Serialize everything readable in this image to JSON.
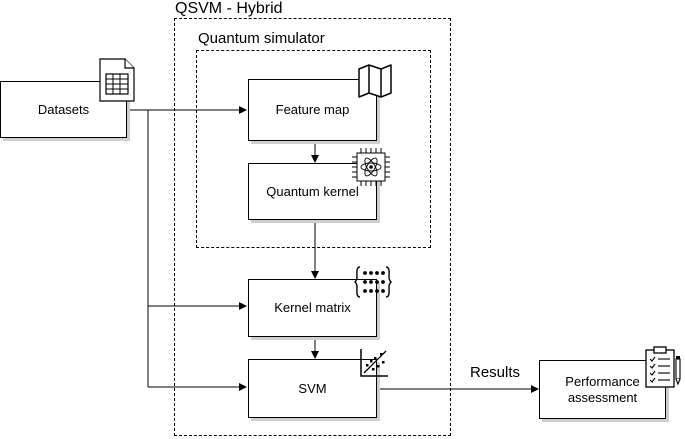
{
  "groups": {
    "outer_title": "QSVM - Hybrid",
    "inner_title": "Quantum simulator"
  },
  "nodes": {
    "datasets": "Datasets",
    "feature_map": "Feature map",
    "quantum_kernel": "Quantum kernel",
    "kernel_matrix": "Kernel matrix",
    "svm": "SVM",
    "performance_line1": "Performance",
    "performance_line2": "assessment"
  },
  "edges": {
    "results_label": "Results"
  },
  "icons": {
    "datasets": "spreadsheet-icon",
    "feature_map": "map-icon",
    "quantum_kernel": "atom-chip-icon",
    "kernel_matrix": "matrix-dots-icon",
    "svm": "scatter-plot-icon",
    "performance": "clipboard-checklist-icon"
  }
}
